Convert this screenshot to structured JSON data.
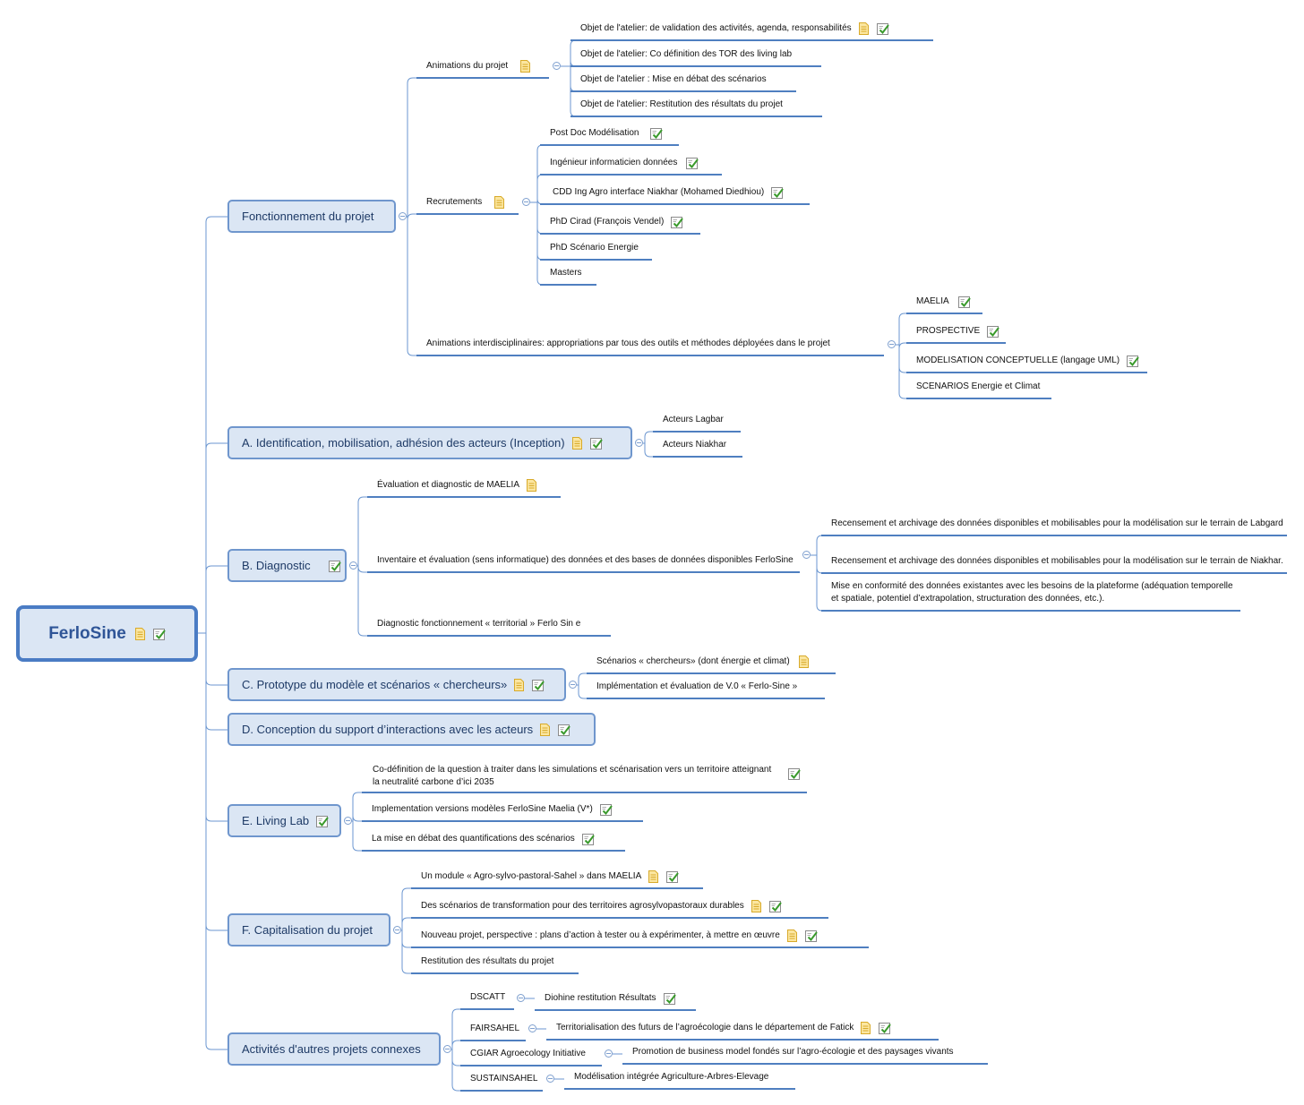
{
  "root": {
    "label": "FerloSine",
    "icons": [
      "note-icon",
      "task-icon"
    ]
  },
  "branches": [
    {
      "id": "fonctionnement",
      "label": "Fonctionnement du projet",
      "icons": [],
      "children": [
        {
          "label": "Animations du projet",
          "icons": [
            "note-icon"
          ],
          "children": [
            {
              "label": "Objet de l'atelier: de validation des activités, agenda, responsabilités",
              "icons": [
                "note-icon",
                "task-icon"
              ]
            },
            {
              "label": "Objet de l'atelier: Co définition des TOR des living lab",
              "icons": []
            },
            {
              "label": "Objet de l'atelier : Mise en débat des scénarios",
              "icons": []
            },
            {
              "label": "Objet de l'atelier: Restitution des résultats du projet",
              "icons": []
            }
          ]
        },
        {
          "label": "Recrutements",
          "icons": [
            "note-icon"
          ],
          "children": [
            {
              "label": "Post Doc Modélisation",
              "icons": [
                "task-icon"
              ]
            },
            {
              "label": "Ingénieur informaticien données",
              "icons": [
                "task-icon"
              ]
            },
            {
              "label": "CDD Ing Agro interface Niakhar (Mohamed Diedhiou)",
              "icons": [
                "task-icon"
              ]
            },
            {
              "label": "PhD Cirad (François Vendel)",
              "icons": [
                "task-icon"
              ]
            },
            {
              "label": "PhD Scénario Energie",
              "icons": []
            },
            {
              "label": "Masters",
              "icons": []
            }
          ]
        },
        {
          "label": "Animations interdisciplinaires: appropriations par tous des outils et méthodes déployées dans le projet",
          "icons": [],
          "children": [
            {
              "label": "MAELIA",
              "icons": [
                "task-icon"
              ]
            },
            {
              "label": "PROSPECTIVE",
              "icons": [
                "task-icon"
              ]
            },
            {
              "label": "MODELISATION CONCEPTUELLE (langage UML)",
              "icons": [
                "task-icon"
              ]
            },
            {
              "label": "SCENARIOS Energie et Climat",
              "icons": []
            }
          ]
        }
      ]
    },
    {
      "id": "identification",
      "label": "A. Identification, mobilisation, adhésion des acteurs (Inception)",
      "icons": [
        "note-icon",
        "task-icon"
      ],
      "children": [
        {
          "label": "Acteurs Lagbar",
          "icons": []
        },
        {
          "label": "Acteurs Niakhar",
          "icons": []
        }
      ]
    },
    {
      "id": "diagnostic",
      "label": "B. Diagnostic",
      "icons": [
        "task-icon"
      ],
      "children": [
        {
          "label": "Évaluation et diagnostic de MAELIA",
          "icons": [
            "note-icon"
          ]
        },
        {
          "label": "Inventaire et évaluation (sens informatique) des données et des bases de données disponibles FerloSine",
          "icons": [],
          "children": [
            {
              "label": "Recensement et archivage des données disponibles et mobilisables pour la modélisation sur le terrain de Labgard",
              "icons": []
            },
            {
              "label": "Recensement et archivage des données disponibles et mobilisables pour la modélisation sur le terrain de Niakhar.",
              "icons": []
            },
            {
              "label": " Mise en conformité des données existantes avec les besoins de la plateforme (adéquation temporelle et spatiale, potentiel d’extrapolation, structuration des données, etc.).",
              "icons": []
            }
          ]
        },
        {
          "label": "Diagnostic fonctionnement « territorial » Ferlo Sin e",
          "icons": []
        }
      ]
    },
    {
      "id": "prototype",
      "label": "C. Prototype du modèle et scénarios « chercheurs»",
      "icons": [
        "note-icon",
        "task-icon"
      ],
      "children": [
        {
          "label": "Scénarios « chercheurs» (dont énergie et climat)",
          "icons": [
            "note-icon"
          ]
        },
        {
          "label": "Implémentation et évaluation de V.0 « Ferlo-Sine »",
          "icons": []
        }
      ]
    },
    {
      "id": "conception",
      "label": "D. Conception du support d’interactions avec les acteurs",
      "icons": [
        "note-icon",
        "task-icon"
      ],
      "children": []
    },
    {
      "id": "livinglab",
      "label": "E. Living Lab",
      "icons": [
        "task-icon"
      ],
      "children": [
        {
          "label": "Co-définition de la question à traiter dans les simulations et scénarisation vers un territoire atteignant la neutralité carbone d’ici 2035",
          "icons": [
            "task-icon"
          ]
        },
        {
          "label": "Implementation versions modèles FerloSine Maelia (V*)",
          "icons": [
            "task-icon"
          ]
        },
        {
          "label": "La mise en débat des quantifications des scénarios",
          "icons": [
            "task-icon"
          ]
        }
      ]
    },
    {
      "id": "capitalisation",
      "label": "F. Capitalisation du projet",
      "icons": [],
      "children": [
        {
          "label": "Un module « Agro-sylvo-pastoral-Sahel » dans MAELIA",
          "icons": [
            "note-icon",
            "task-icon"
          ]
        },
        {
          "label": "Des scénarios de transformation pour des territoires agrosylvopastoraux durables",
          "icons": [
            "note-icon",
            "task-icon"
          ]
        },
        {
          "label": "Nouveau projet, perspective : plans d’action à tester ou à expérimenter, à mettre en œuvre",
          "icons": [
            "note-icon",
            "task-icon"
          ]
        },
        {
          "label": "Restitution des résultats du projet",
          "icons": []
        }
      ]
    },
    {
      "id": "connexes",
      "label": "Activités d'autres projets connexes",
      "icons": [],
      "children": [
        {
          "label": "DSCATT",
          "icons": [],
          "children": [
            {
              "label": "Diohine restitution Résultats",
              "icons": [
                "task-icon"
              ]
            }
          ]
        },
        {
          "label": "FAIRSAHEL",
          "icons": [],
          "children": [
            {
              "label": "Territorialisation des futurs de l’agroécologie dans le département de Fatick",
              "icons": [
                "note-icon",
                "task-icon"
              ]
            }
          ]
        },
        {
          "label": "CGIAR Agroecology Initiative",
          "icons": [],
          "children": [
            {
              "label": "Promotion de business model fondés sur l’agro-écologie et des paysages vivants",
              "icons": []
            }
          ]
        },
        {
          "label": "SUSTAINSAHEL",
          "icons": [],
          "children": [
            {
              "label": "Modélisation intégrée Agriculture-Arbres-Elevage",
              "icons": []
            }
          ]
        }
      ]
    }
  ]
}
